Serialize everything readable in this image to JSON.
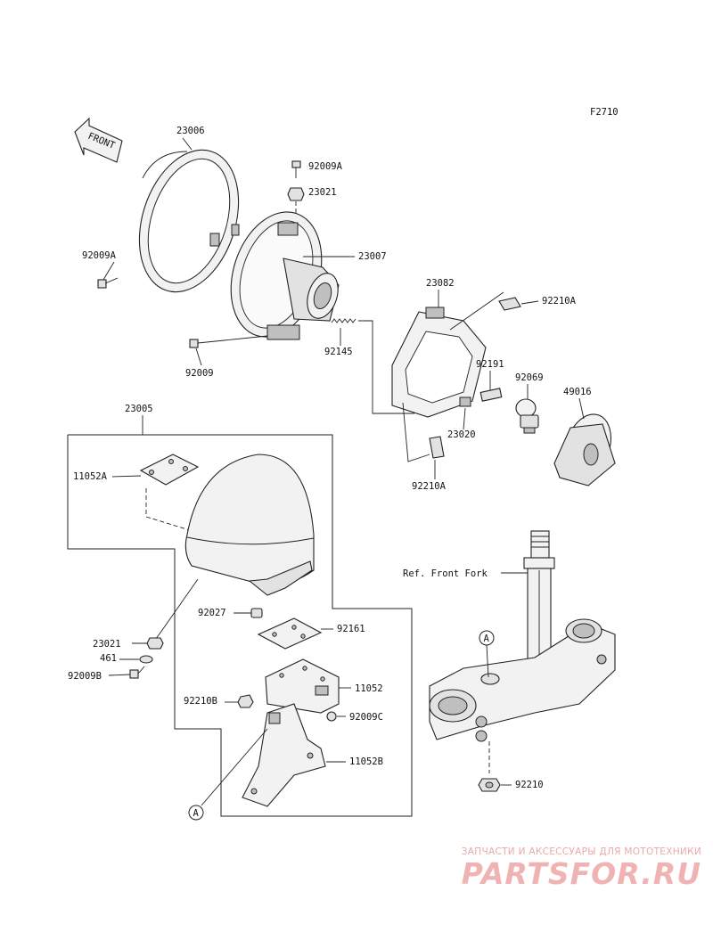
{
  "figure_code": "F2710",
  "front_label": "FRONT",
  "ref_text": "Ref. Front Fork",
  "callout_marker": "A",
  "part_labels": {
    "p23006": "23006",
    "p92009A_top": "92009A",
    "p23021_top": "23021",
    "p92009A_left": "92009A",
    "p23007": "23007",
    "p23082": "23082",
    "p92210A_right": "92210A",
    "p92009": "92009",
    "p92145": "92145",
    "p92191": "92191",
    "p92069": "92069",
    "p49016": "49016",
    "p23020": "23020",
    "p92210A_bottom": "92210A",
    "p23005": "23005",
    "p11052A": "11052A",
    "p92027": "92027",
    "p92161": "92161",
    "p23021_bottom": "23021",
    "p461": "461",
    "p92009B": "92009B",
    "p92210B": "92210B",
    "p11052": "11052",
    "p92009C": "92009C",
    "p11052B": "11052B",
    "p92210": "92210"
  },
  "watermark": {
    "tagline": "ЗАПЧАСТИ И АКСЕССУАРЫ ДЛЯ МОТОТЕХНИКИ",
    "logo": "PARTSFOR.RU"
  }
}
